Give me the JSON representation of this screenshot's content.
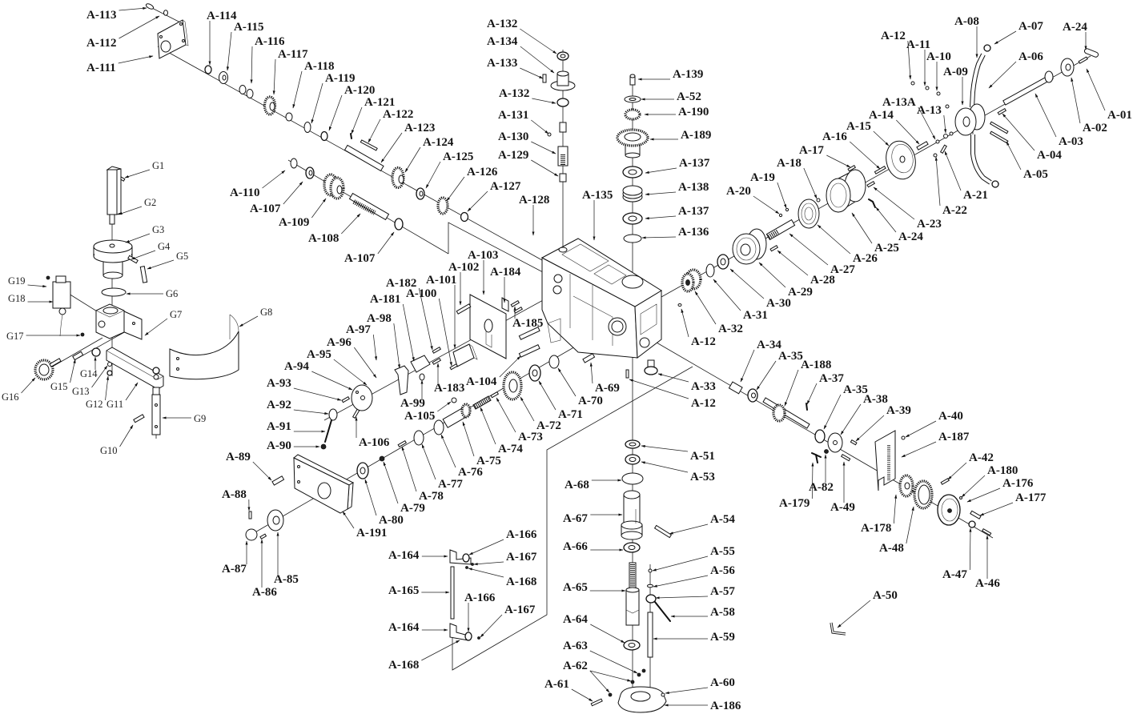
{
  "colors": {
    "ink": "#000000",
    "background": "#ffffff"
  },
  "callouts": {
    "upper_left_shaft": [
      "A-113",
      "A-112",
      "A-111",
      "A-114",
      "A-115",
      "A-116",
      "A-117",
      "A-118",
      "A-119",
      "A-120",
      "A-121",
      "A-122",
      "A-123",
      "A-124",
      "A-125",
      "A-126",
      "A-127"
    ],
    "left_shaft": [
      "A-110",
      "A-107",
      "A-109",
      "A-108",
      "A-107"
    ],
    "top_center_column": [
      "A-132",
      "A-134",
      "A-133",
      "A-132",
      "A-131",
      "A-130",
      "A-129",
      "A-128",
      "A-135"
    ],
    "spindle_upper_stack": [
      "A-139",
      "A-52",
      "A-190",
      "A-189",
      "A-137",
      "A-138",
      "A-137",
      "A-136"
    ],
    "upper_right_axis": [
      "A-01",
      "A-02",
      "A-03",
      "A-04",
      "A-05",
      "A-06",
      "A-07",
      "A-08",
      "A-24",
      "A-12",
      "A-11",
      "A-10",
      "A-09",
      "A-13A",
      "A-13",
      "A-14",
      "A-15",
      "A-16",
      "A-17",
      "A-18",
      "A-19",
      "A-20",
      "A-21",
      "A-22",
      "A-23",
      "A-24",
      "A-25",
      "A-26",
      "A-27",
      "A-28",
      "A-29",
      "A-30",
      "A-31",
      "A-32",
      "A-12"
    ],
    "lower_right_axis": [
      "A-34",
      "A-35",
      "A-188",
      "A-37",
      "A-35",
      "A-38",
      "A-39",
      "A-40",
      "A-187",
      "A-42",
      "A-180",
      "A-176",
      "A-177",
      "A-46",
      "A-47",
      "A-48",
      "A-178",
      "A-179",
      "A-82",
      "A-49",
      "A-50"
    ],
    "center_front": [
      "A-33",
      "A-12",
      "A-69",
      "A-70",
      "A-71",
      "A-72",
      "A-73",
      "A-74",
      "A-75",
      "A-76",
      "A-77",
      "A-78",
      "A-79",
      "A-80",
      "A-191",
      "A-104",
      "A-105",
      "A-106",
      "A-183",
      "A-99",
      "A-185",
      "A-184",
      "A-103",
      "A-102",
      "A-101",
      "A-100",
      "A-182",
      "A-181",
      "A-98",
      "A-97",
      "A-96",
      "A-95",
      "A-94",
      "A-93",
      "A-92",
      "A-91",
      "A-90",
      "A-89",
      "A-88",
      "A-87",
      "A-86",
      "A-85"
    ],
    "bracket_parts": [
      "A-164",
      "A-166",
      "A-167",
      "A-168",
      "A-165",
      "A-166",
      "A-167",
      "A-164",
      "A-168"
    ],
    "spindle_lower_stack": [
      "A-51",
      "A-53",
      "A-68",
      "A-67",
      "A-54",
      "A-66",
      "A-55",
      "A-56",
      "A-57",
      "A-58",
      "A-65",
      "A-59",
      "A-64",
      "A-63",
      "A-62",
      "A-61",
      "A-60",
      "A-186"
    ],
    "g_assembly": [
      "G1",
      "G2",
      "G3",
      "G4",
      "G5",
      "G6",
      "G7",
      "G8",
      "G9",
      "G10",
      "G11",
      "G12",
      "G13",
      "G14",
      "G15",
      "G16",
      "G17",
      "G18",
      "G19"
    ]
  }
}
